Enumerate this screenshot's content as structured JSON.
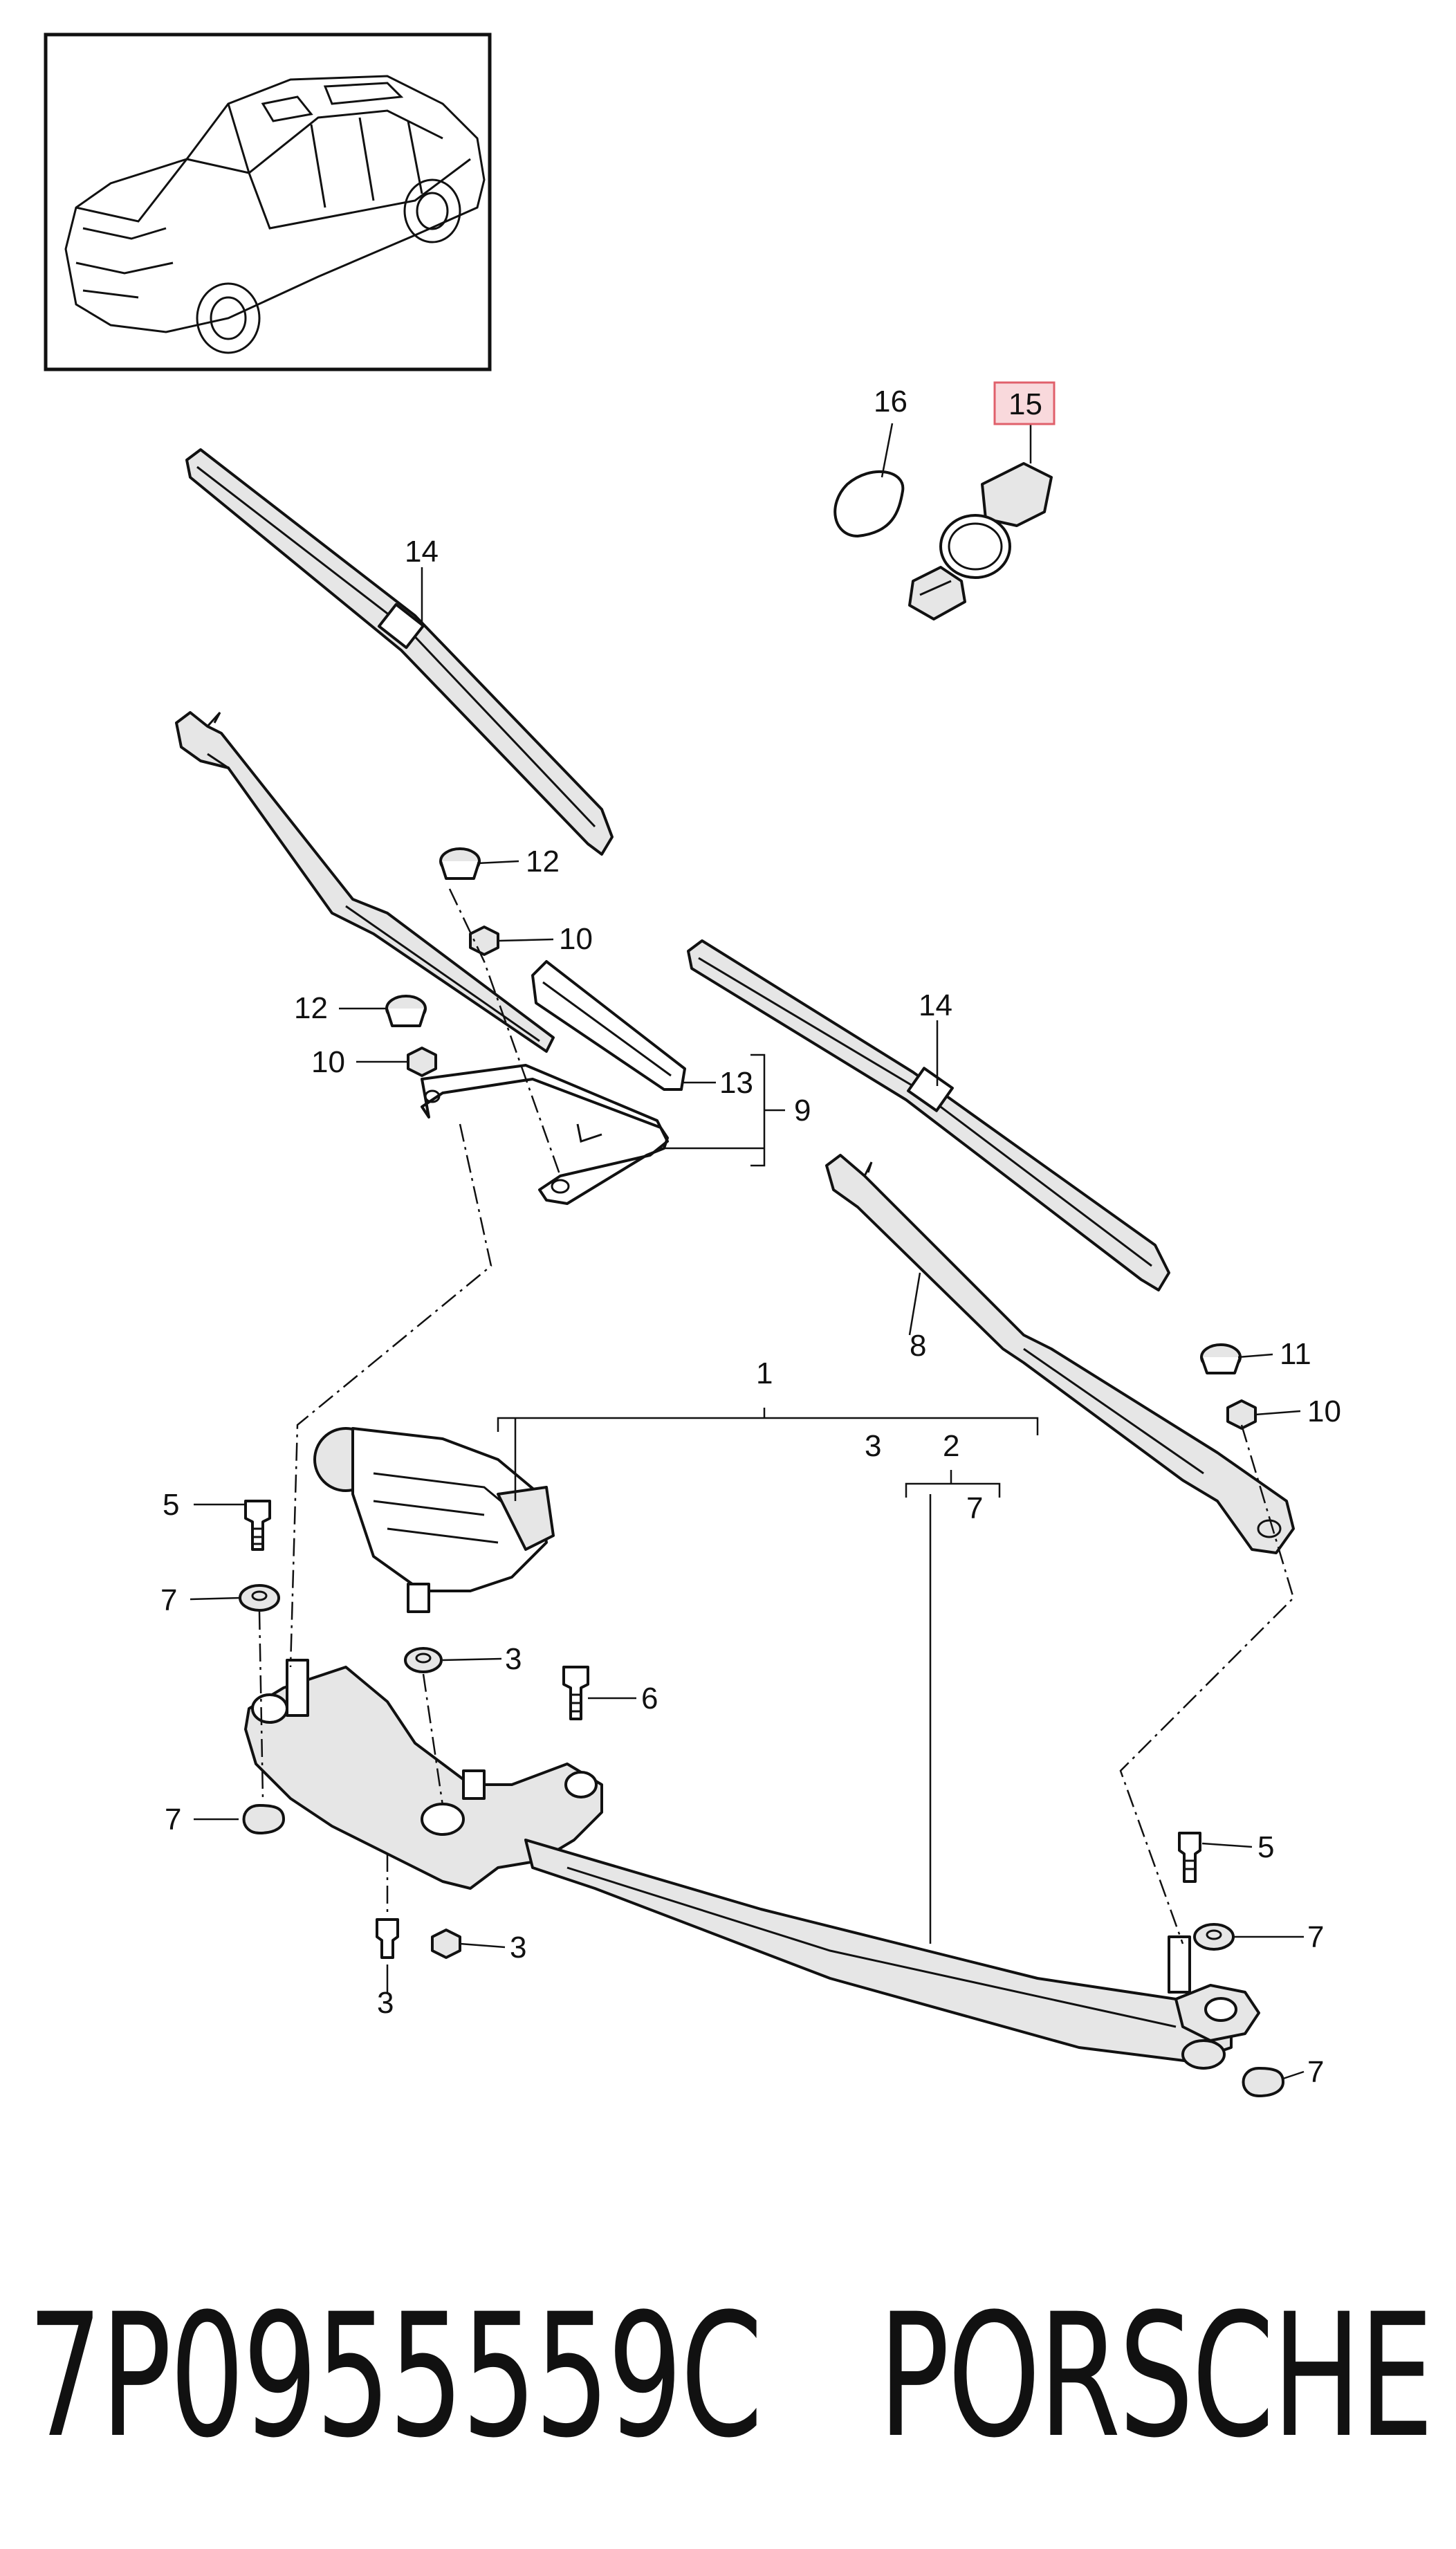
{
  "callouts": {
    "c16": "16",
    "c15": "15",
    "c14a": "14",
    "c12a": "12",
    "c10a": "10",
    "c12b": "12",
    "c10b": "10",
    "c13": "13",
    "c9": "9",
    "c14b": "14",
    "c8": "8",
    "c11": "11",
    "c10c": "10",
    "c1": "1",
    "c3a": "3",
    "c2": "2",
    "c7a": "7",
    "c5a": "5",
    "c7b": "7",
    "c3b": "3",
    "c6": "6",
    "c7c": "7",
    "c5b": "5",
    "c7d": "7",
    "c3c": "3",
    "c3d": "3",
    "c7e": "7"
  },
  "highlighted_callout": "15",
  "colors": {
    "highlight_fill": "#f9d9dc",
    "highlight_stroke": "#e0606b",
    "line": "#111111"
  },
  "footer": {
    "part_number": "7P0955559C",
    "brand": "PORSCHE"
  }
}
